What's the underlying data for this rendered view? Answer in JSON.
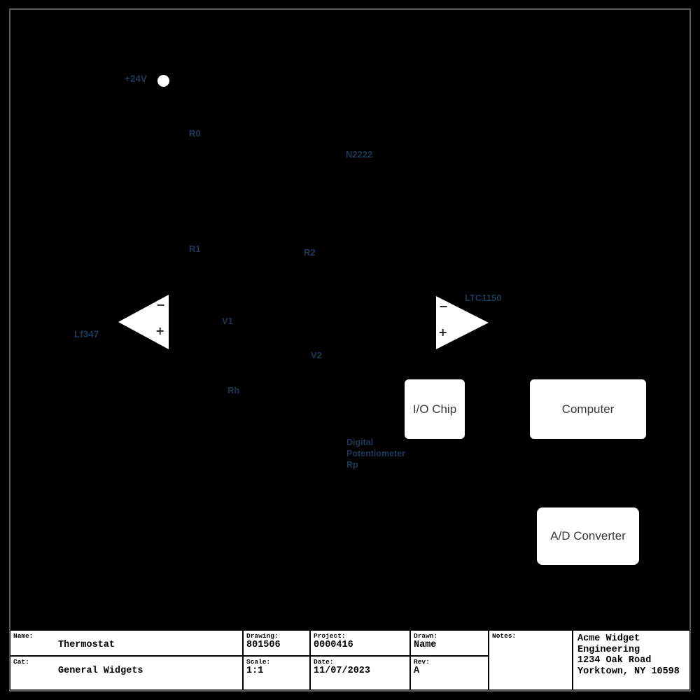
{
  "page": {
    "background_color": "#000000",
    "frame_color": "#5a5a5a",
    "label_color": "#1b3a57"
  },
  "schematic": {
    "power_label": "+24V",
    "labels": {
      "r0": "R0",
      "n2222": "N2222",
      "r1": "R1",
      "r2": "R2",
      "v1": "V1",
      "v2": "V2",
      "rh": "Rh",
      "lf347": "Lf347",
      "ltc1150": "LTC1150"
    },
    "digital_pot": {
      "line1": "Digital",
      "line2": "Potentiometer",
      "line3": "Rp"
    },
    "opamp": {
      "minus": "−",
      "plus": "+"
    },
    "boxes": {
      "io_chip": "I/O Chip",
      "computer": "Computer",
      "ad_converter": "A/D Converter"
    }
  },
  "title_block": {
    "name": {
      "label": "Name:",
      "value": "Thermostat"
    },
    "cat": {
      "label": "Cat:",
      "value": "General Widgets"
    },
    "drawing": {
      "label": "Drawing:",
      "value": "801506"
    },
    "scale": {
      "label": "Scale:",
      "value": "1:1"
    },
    "project": {
      "label": "Project:",
      "value": "0000416"
    },
    "date": {
      "label": "Date:",
      "value": "11/07/2023"
    },
    "drawn": {
      "label": "Drawn:",
      "value": "Name"
    },
    "rev": {
      "label": "Rev:",
      "value": "A"
    },
    "notes": {
      "label": "Notes:"
    },
    "company": {
      "line1": "Acme Widget Engineering",
      "line2": "1234 Oak Road",
      "line3": "Yorktown, NY 10598"
    }
  }
}
